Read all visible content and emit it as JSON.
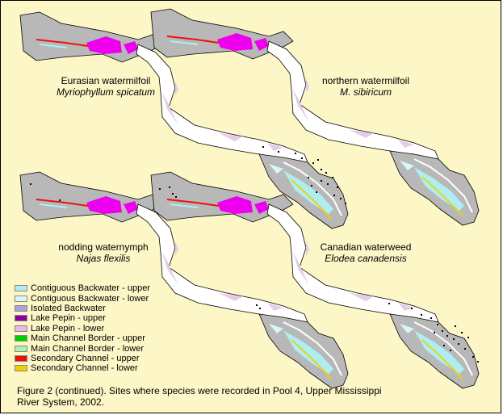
{
  "maps": [
    {
      "id": "eurasian",
      "common_name": "Eurasian watermilfoil",
      "scientific_name": "Myriophyllum spicatum"
    },
    {
      "id": "northern",
      "common_name": "northern watermilfoil",
      "scientific_name": "M. sibiricum"
    },
    {
      "id": "nodding",
      "common_name": "nodding waternymph",
      "scientific_name": "Najas flexilis"
    },
    {
      "id": "canadian",
      "common_name": "Canadian waterweed",
      "scientific_name": "Elodea canadensis"
    }
  ],
  "legend": [
    {
      "label": "Contiguous Backwater - upper",
      "color": "#aeeef2"
    },
    {
      "label": "Contiguous Backwater - lower",
      "color": "#d8f6f6"
    },
    {
      "label": "Isolated Backwater",
      "color": "#a9a0dc"
    },
    {
      "label": "Lake Pepin - upper",
      "color": "#8c00a0"
    },
    {
      "label": "Lake Pepin - lower",
      "color": "#e8b8ea"
    },
    {
      "label": "Main Channel Border - upper",
      "color": "#00d000"
    },
    {
      "label": "Main Channel Border - lower",
      "color": "#b0f0b0"
    },
    {
      "label": "Secondary Channel - upper",
      "color": "#ee1010"
    },
    {
      "label": "Secondary Channel - lower",
      "color": "#f0d000"
    }
  ],
  "caption": "Figure 2 (continued).  Sites where species were recorded in Pool 4, Upper Mississippi River System, 2002.",
  "colors": {
    "background": "#fdf6c6",
    "river": "#ffffff",
    "outline": "#000000",
    "backwater": "#b8b8b8",
    "lake_pepin_shade": "#e6cce8",
    "contiguous_upper": "#aeeef2",
    "magenta": "#ee00ee",
    "secondary_upper": "#ee1010",
    "secondary_lower": "#f0d000",
    "site_dot": "#000000"
  }
}
